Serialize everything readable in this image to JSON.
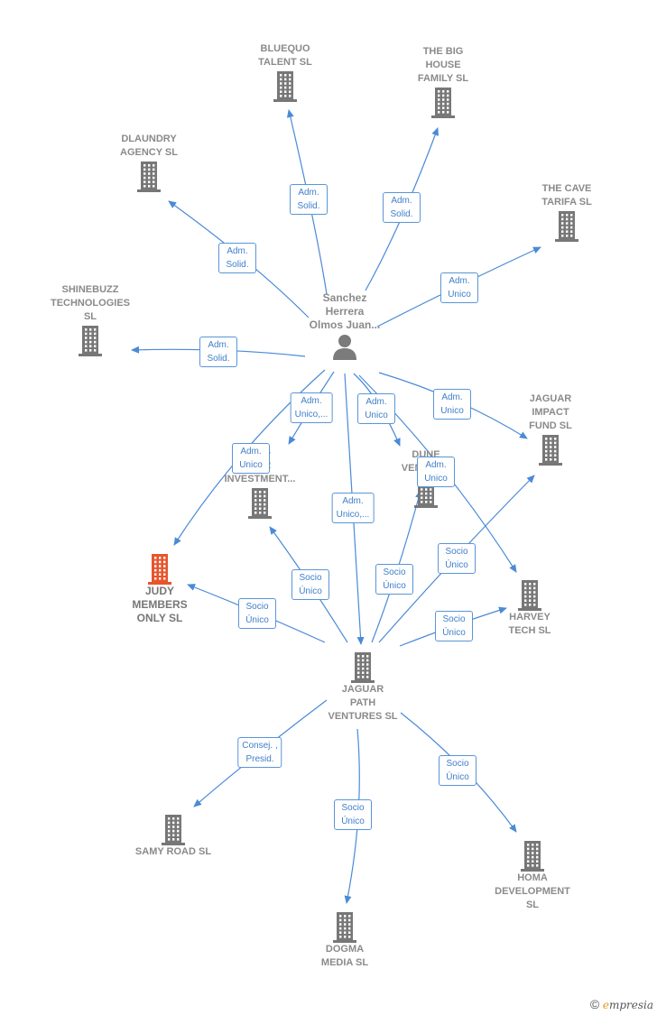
{
  "diagram": {
    "accent_color": "#4a8ad8",
    "company_color": "#777777",
    "highlight_color": "#e8542b",
    "person": {
      "label": "Sanchez\nHerrera\nOlmos Juan...",
      "icon": "person-icon"
    },
    "companies": [
      {
        "id": "bluequo",
        "label": "BLUEQUO\nTALENT  SL"
      },
      {
        "id": "bighouse",
        "label": "THE BIG\nHOUSE\nFAMILY  SL"
      },
      {
        "id": "dlaundry",
        "label": "DLAUNDRY\nAGENCY  SL"
      },
      {
        "id": "cave",
        "label": "THE CAVE\nTARIFA  SL"
      },
      {
        "id": "shinebuzz",
        "label": "SHINEBUZZ\nTECHNOLOGIES\nSL"
      },
      {
        "id": "jimpact",
        "label": "JAGUAR\nIMPACT\nFUND  SL"
      },
      {
        "id": "business",
        "label": "...SS\n...ER\nINVESTMENT..."
      },
      {
        "id": "dune",
        "label": "DUNE\nVENT...  SL"
      },
      {
        "id": "judy",
        "label": "JUDY\nMEMBERS\nONLY  SL",
        "highlight": true
      },
      {
        "id": "harvey",
        "label": "HARVEY\nTECH  SL"
      },
      {
        "id": "jpath",
        "label": "JAGUAR\nPATH\nVENTURES  SL"
      },
      {
        "id": "samy",
        "label": "SAMY ROAD SL"
      },
      {
        "id": "dogma",
        "label": "DOGMA\nMEDIA  SL"
      },
      {
        "id": "homa",
        "label": "HOMA\nDEVELOPMENT\nSL"
      }
    ],
    "relations": [
      {
        "label": "Adm.\nSolid."
      },
      {
        "label": "Adm.\nSolid."
      },
      {
        "label": "Adm.\nSolid."
      },
      {
        "label": "Adm.\nUnico"
      },
      {
        "label": "Adm.\nSolid."
      },
      {
        "label": "Adm.\nUnico"
      },
      {
        "label": "Adm.\nUnico,..."
      },
      {
        "label": "Adm.\nUnico"
      },
      {
        "label": "Adm.\nUnico"
      },
      {
        "label": "Adm.\nUnico"
      },
      {
        "label": "Adm.\nUnico,..."
      },
      {
        "label": "Socio\nÚnico"
      },
      {
        "label": "Socio\nÚnico"
      },
      {
        "label": "Socio\nÚnico"
      },
      {
        "label": "Socio\nÚnico"
      },
      {
        "label": "Socio\nÚnico"
      },
      {
        "label": "Consej. ,\nPresid."
      },
      {
        "label": "Socio\nÚnico"
      },
      {
        "label": "Socio\nÚnico"
      }
    ]
  },
  "brand": {
    "symbol": "©",
    "initial": "e",
    "rest": "mpresia"
  }
}
